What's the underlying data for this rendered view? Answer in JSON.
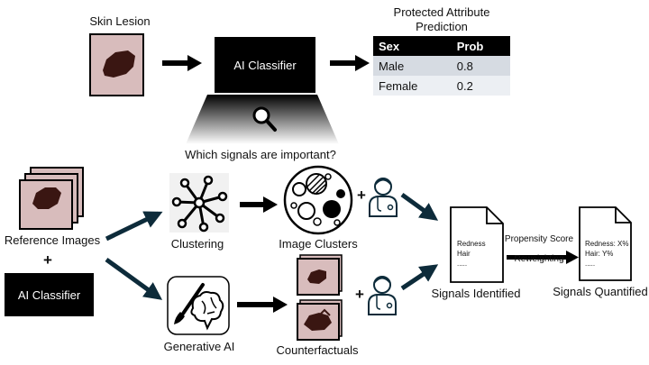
{
  "top": {
    "skin_lesion_label": "Skin Lesion",
    "classifier_label": "AI Classifier",
    "table_title_line1": "Protected Attribute",
    "table_title_line2": "Prediction",
    "table_headers": [
      "Sex",
      "Prob"
    ],
    "table_rows": [
      [
        "Male",
        "0.8"
      ],
      [
        "Female",
        "0.2"
      ]
    ],
    "question": "Which signals are important?"
  },
  "bottom": {
    "reference_images_label": "Reference Images",
    "plus": "+",
    "classifier_label": "AI Classifier",
    "clustering_label": "Clustering",
    "image_clusters_label": "Image Clusters",
    "generative_ai_label": "Generative AI",
    "counterfactuals_label": "Counterfactuals",
    "signals_identified_label": "Signals Identified",
    "signals_identified_doc": [
      "Redness",
      "Hair",
      "....."
    ],
    "propensity_line1": "Propensity Score",
    "propensity_line2": "Reweighting",
    "signals_quantified_label": "Signals Quantified",
    "signals_quantified_doc": [
      "Redness: X%",
      "Hair: Y%",
      "....."
    ]
  },
  "colors": {
    "lesion_bg": "#d8bcbc",
    "lesion": "#3a1612",
    "table_row_1": "#d6dbe2",
    "table_row_2": "#eceff3"
  },
  "icons": [
    "magnifier-icon",
    "network-cluster-icon",
    "circles-cluster-icon",
    "doctor-icon",
    "brush-brain-icon",
    "document-icon"
  ]
}
